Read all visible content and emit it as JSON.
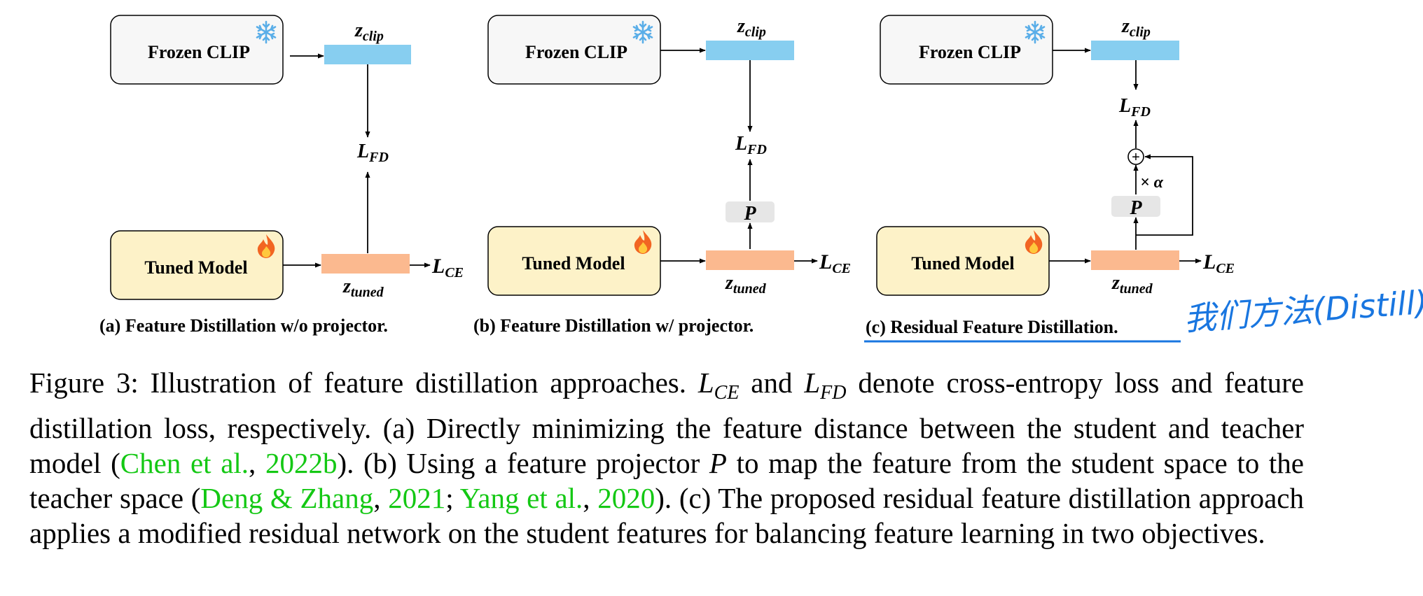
{
  "figure": {
    "frozen_label": "Frozen CLIP",
    "tuned_label": "Tuned Model",
    "z_clip": {
      "base": "z",
      "sub": "clip"
    },
    "z_tuned": {
      "base": "z",
      "sub": "tuned"
    },
    "l_fd": {
      "base": "L",
      "sub": "FD"
    },
    "l_ce": {
      "base": "L",
      "sub": "CE"
    },
    "projector": "P",
    "scale": "× α",
    "plus": "+",
    "colors": {
      "clip_bar": "#87cef0",
      "tuned_bar": "#fbb98f",
      "tuned_box": "#fdf2c8",
      "frozen_box": "#f7f7f7",
      "proj_box": "#e6e6e6",
      "handwriting": "#1976e0",
      "cite": "#14c814"
    },
    "icons": {
      "frozen": "snowflake-icon",
      "tuned": "flame-icon"
    },
    "panels": [
      {
        "caption": "(a) Feature Distillation w/o projector."
      },
      {
        "caption": "(b) Feature Distillation w/ projector."
      },
      {
        "caption": "(c) Residual Feature Distillation."
      }
    ],
    "handwritten_note": "我们方法(Distill)"
  },
  "caption": {
    "t1": "Figure 3: Illustration of feature distillation approaches. ",
    "m_lce": {
      "base": "L",
      "sub": "CE"
    },
    "t2": " and ",
    "m_lfd": {
      "base": "L",
      "sub": "FD"
    },
    "t3": " denote cross-entropy loss and feature distillation loss, respectively. (a) Directly minimizing the feature distance between the student and teacher model (",
    "c1": "Chen et al.",
    "sep1": ", ",
    "c1y": "2022b",
    "t4": "). (b) Using a feature projector ",
    "m_p": "P",
    "t5": " to map the feature from the student space to the teacher space (",
    "c2": "Deng & Zhang",
    "sep2": ", ",
    "c2y": "2021",
    "sep3": "; ",
    "c3": "Yang et al.",
    "sep4": ", ",
    "c3y": "2020",
    "t6": "). (c) The proposed residual feature distillation approach applies a modified residual network on the student features for balancing feature learning in two objectives."
  }
}
